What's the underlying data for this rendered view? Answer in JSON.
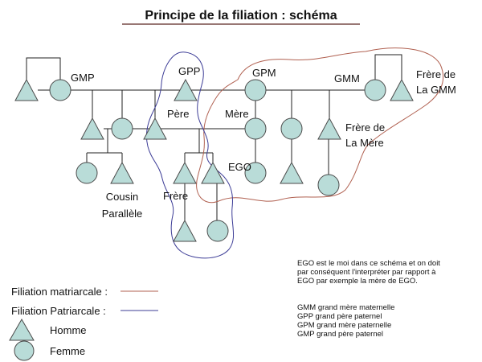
{
  "title": "Principe de la filiation : schéma",
  "colors": {
    "title_color": "#5a2622",
    "line": "#222222",
    "shape_fill": "#b9dcd8",
    "shape_stroke": "#4a4a4a",
    "matriarcal": "#b06050",
    "patriarcal": "#3c3c96"
  },
  "diagram": {
    "labels": {
      "gmp": "GMP",
      "gpp": "GPP",
      "gpm": "GPM",
      "gmm": "GMM",
      "frere_gmm_line1": "Frère de",
      "frere_gmm_line2": "La GMM",
      "pere": "Père",
      "mere": "Mère",
      "frere_mere_line1": "Frère de",
      "frere_mere_line2": "La Mère",
      "ego": "EGO",
      "frere": "Frère",
      "cousin_line1": "Cousin",
      "cousin_line2": "Parallèle"
    }
  },
  "legend": {
    "matriarcale": "Filiation matriarcale :",
    "patriarcale": "Filiation Patriarcale :",
    "homme": "Homme",
    "femme": "Femme"
  },
  "notes": {
    "ego_note": [
      "EGO est le moi dans ce schéma et on doit",
      "par conséquent l'interpréter par rapport à",
      "EGO par exemple la mère de EGO."
    ],
    "glossary": [
      "GMM grand mère maternelle",
      "GPP grand père paternel",
      "GPM grand mère paternelle",
      "GMP grand père paternel"
    ]
  }
}
